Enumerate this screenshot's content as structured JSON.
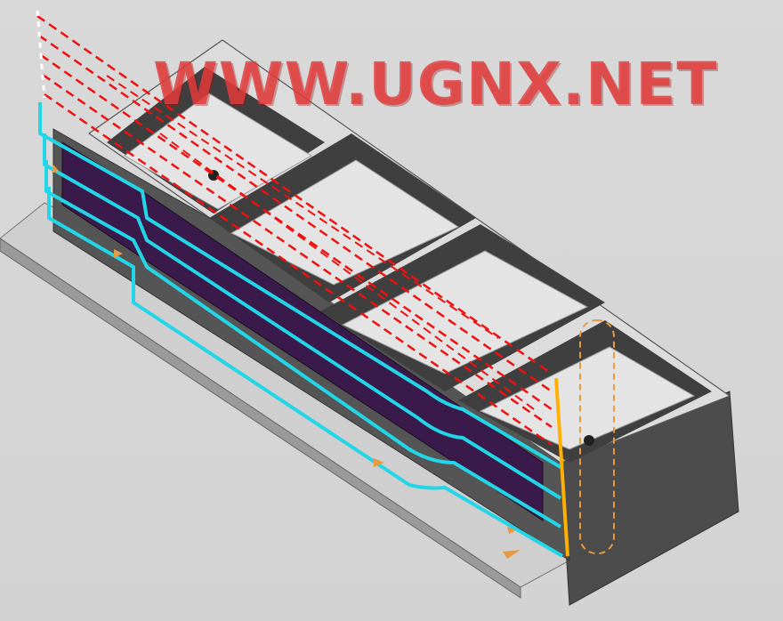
{
  "viewport": {
    "watermark_text": "WWW.UGNX.NET",
    "colors": {
      "background": "#d6d6d6",
      "part_face": "#dcdcdc",
      "part_wall": "#4a4a4a",
      "pocket_floor": "#e4e4e4",
      "flange_top": "#cfcfcf",
      "flange_edge": "#8e8e8e",
      "cut_face": "#3a1a4a",
      "toolpath_rapid": "#ee1111",
      "toolpath_cut": "#22d6e8",
      "tool_axis": "#ffb000",
      "tool_outline": "#e89a40",
      "watermark": "#e43c3c"
    },
    "icons": [
      "red-dashed-rapid-moves",
      "cyan-cutting-passes",
      "orange-tool-outline"
    ]
  }
}
